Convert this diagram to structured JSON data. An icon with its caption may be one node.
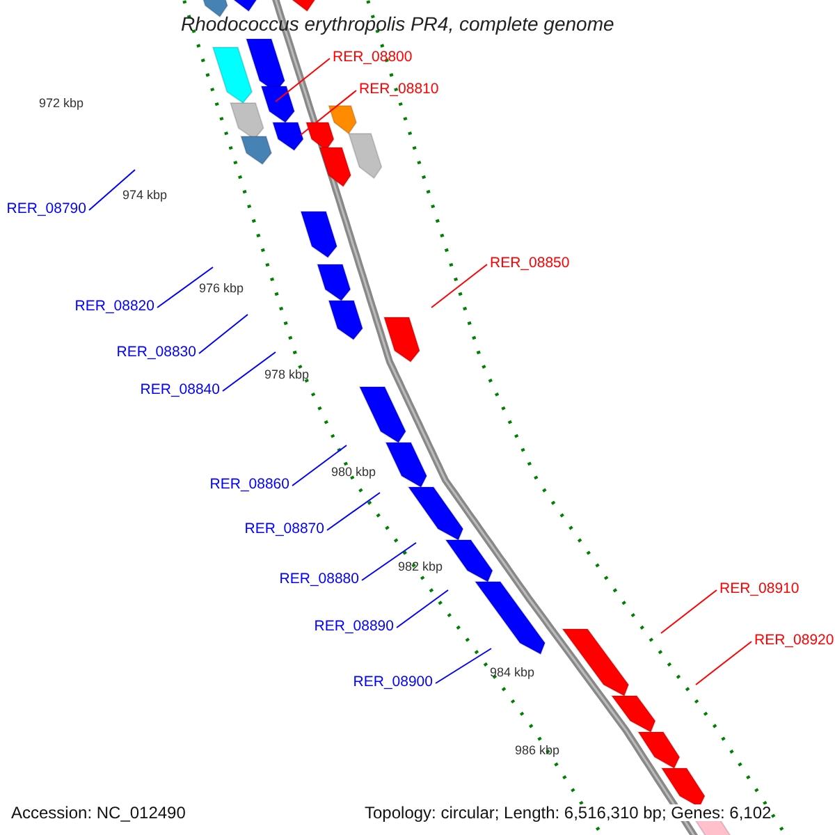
{
  "diagram": {
    "title": "Rhodococcus erythropolis PR4, complete genome",
    "nodes": [
      {
        "text": [
          "RER_08800"
        ]
      },
      {
        "text": [
          "RER_08810"
        ]
      },
      {
        "text": [
          "RER_08790"
        ]
      },
      {
        "text": [
          "RER_08850"
        ]
      },
      {
        "text": [
          "RER_08820"
        ]
      },
      {
        "text": [
          "RER_08830"
        ]
      },
      {
        "text": [
          "RER_08840"
        ]
      },
      {
        "text": [
          "RER_08860"
        ]
      },
      {
        "text": [
          "RER_08870"
        ]
      },
      {
        "text": [
          "RER_08880"
        ]
      },
      {
        "text": [
          "RER_08910"
        ]
      },
      {
        "text": [
          "RER_08890"
        ]
      },
      {
        "text": [
          "RER_08920"
        ]
      },
      {
        "text": [
          "RER_08900"
        ]
      }
    ],
    "edges": [
      {
        "from": 0,
        "to": null,
        "arrow": "none",
        "color": "#ff0000"
      },
      {
        "from": 1,
        "to": null,
        "arrow": "none",
        "color": "#ff0000"
      },
      {
        "from": 2,
        "to": null,
        "arrow": "none"
      },
      {
        "from": 3,
        "to": null,
        "arrow": "none",
        "color": "#ff0000"
      },
      {
        "from": 4,
        "to": null,
        "arrow": "none"
      },
      {
        "from": 5,
        "to": null,
        "arrow": "none"
      },
      {
        "from": 6,
        "to": null,
        "arrow": "none"
      },
      {
        "from": 7,
        "to": null,
        "arrow": "none"
      },
      {
        "from": 8,
        "to": null,
        "arrow": "none"
      },
      {
        "from": 9,
        "to": null,
        "arrow": "none"
      },
      {
        "from": 10,
        "to": null,
        "arrow": "none",
        "color": "#ff0000"
      },
      {
        "from": 11,
        "to": null,
        "arrow": "none"
      },
      {
        "from": 12,
        "to": null,
        "arrow": "none",
        "color": "#ff0000"
      },
      {
        "from": 13,
        "to": null,
        "arrow": "none"
      }
    ],
    "labels": [
      "972 kbp",
      "974 kbp",
      "976 kbp",
      "978 kbp",
      "980 kbp",
      "982 kbp",
      "984 kbp",
      "986 kbp",
      "Accession: NC_012490",
      "Topology: circular; Length: 6,516,310 bp; Genes: 6,102"
    ]
  }
}
